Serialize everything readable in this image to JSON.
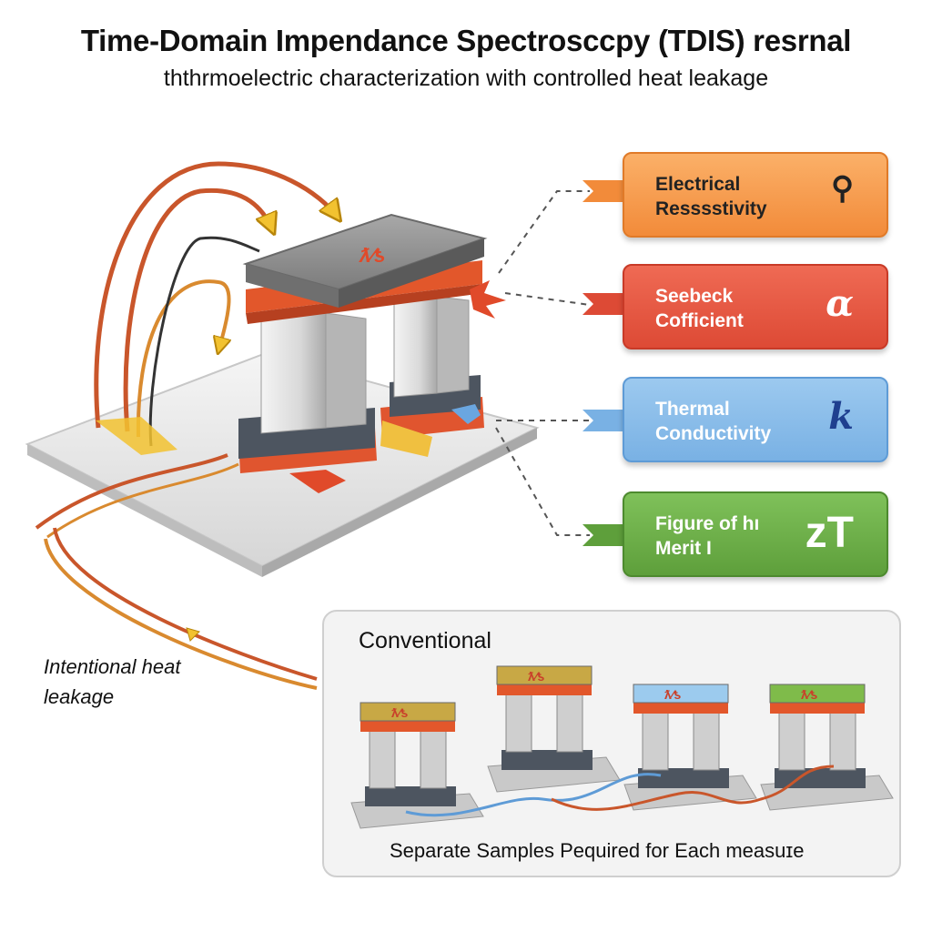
{
  "header": {
    "title": "Time-Domain Impendance Spectroscсpy (TDIS) resrnal",
    "subtitle": "ththrmoelectric characterization with controlled heat leakage"
  },
  "properties": [
    {
      "label": "Electrical Resssstivity",
      "symbol": "⚲",
      "color": "#f5a04f"
    },
    {
      "label": "Seebeck Cofficient",
      "symbol": "α",
      "color": "#e4553f"
    },
    {
      "label": "Thermal Conductivity",
      "symbol": "k",
      "color": "#8bbde9"
    },
    {
      "label": "Figure of hı Merit I",
      "symbol": "zT",
      "color": "#6cae48"
    }
  ],
  "heat_leak_label": "Intentional heat leakage",
  "conventional": {
    "title": "Conventional",
    "caption": "Separate Samples Pequired for Each measuɪe",
    "sample_top_colors": [
      "#c8a845",
      "#c8a845",
      "#9ccbee",
      "#7fbb4a"
    ]
  },
  "sample_top_text": "ƛ⁄ƾ"
}
